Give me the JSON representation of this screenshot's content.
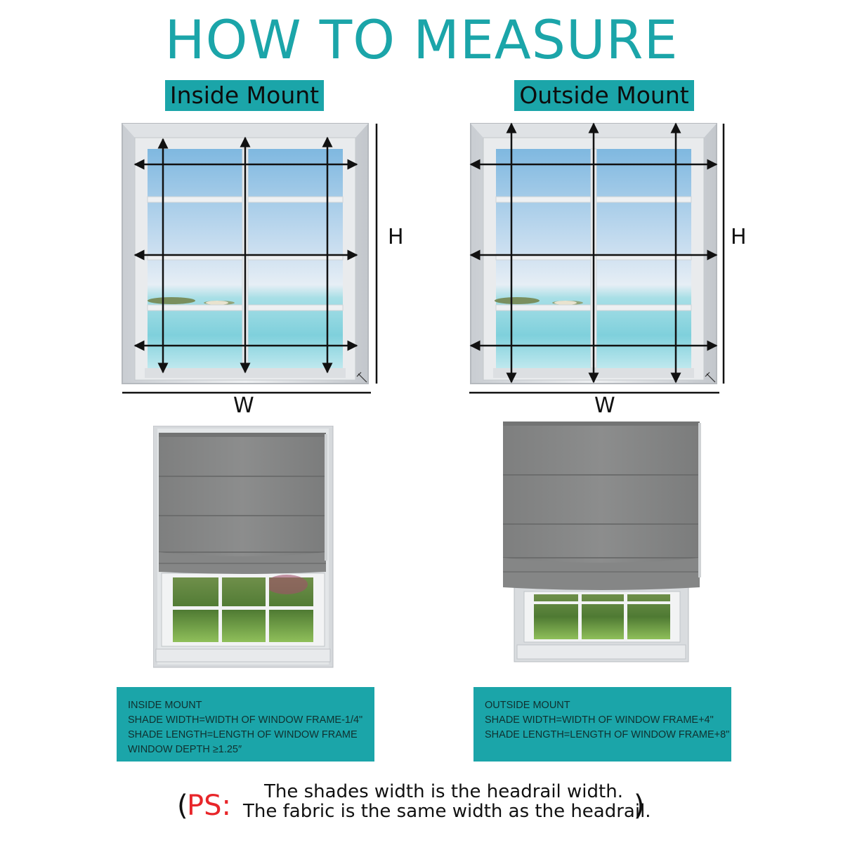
{
  "title": "HOW TO MEASURE",
  "inside": {
    "tag": "Inside Mount",
    "height_label": "H",
    "width_label": "W",
    "info": [
      "INSIDE MOUNT",
      "SHADE WIDTH=WIDTH OF WINDOW FRAME-1/4\"",
      "SHADE LENGTH=LENGTH OF WINDOW FRAME",
      "WINDOW DEPTH ≥1.25″"
    ]
  },
  "outside": {
    "tag": "Outside Mount",
    "height_label": "H",
    "width_label": "W",
    "info": [
      "OUTSIDE MOUNT",
      "SHADE WIDTH=WIDTH OF WINDOW FRAME+4\"",
      "SHADE LENGTH=LENGTH OF WINDOW FRAME+8\""
    ]
  },
  "ps": {
    "open": "(",
    "label": "PS:",
    "line1": "The shades width is the headrail width.",
    "line2": "The fabric is the same width as the headrail.",
    "close": ")"
  },
  "colors": {
    "accent": "#1ba5a9",
    "ps_red": "#e8262a",
    "shade_gray": "#8a8b8b"
  }
}
